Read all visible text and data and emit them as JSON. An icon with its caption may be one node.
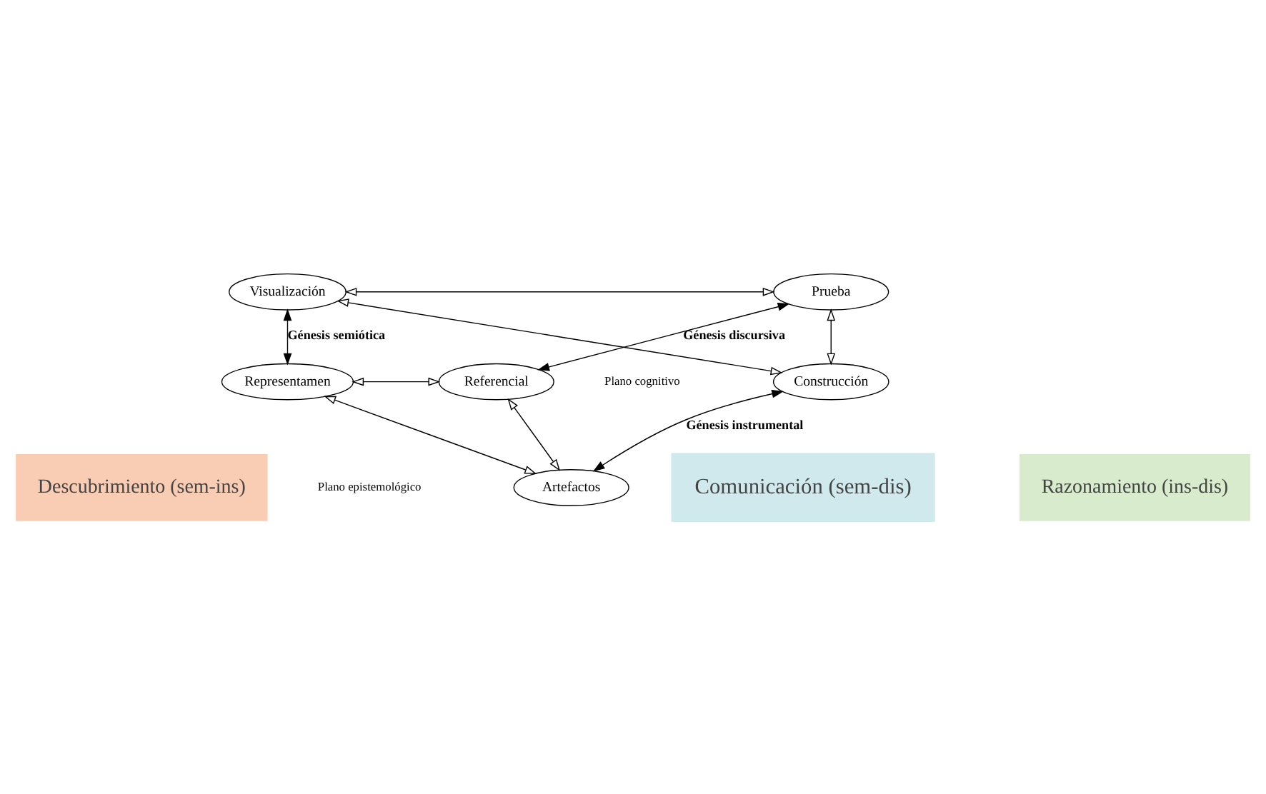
{
  "diagram": {
    "nodes": [
      {
        "text": [
          "Visualización"
        ]
      },
      {
        "text": [
          "Prueba"
        ]
      },
      {
        "text": [
          "Construcción"
        ]
      },
      {
        "text": [
          "Descubrimiento (sem-ins)"
        ]
      },
      {
        "text": [
          "Comunicación (sem-dis)"
        ]
      },
      {
        "text": [
          "Razonamiento (ins-dis)"
        ]
      },
      {
        "text": [
          "Representamen"
        ]
      },
      {
        "text": [
          "Referencial"
        ]
      },
      {
        "text": [
          "Artefactos"
        ]
      }
    ],
    "edges": [
      {
        "from": 0,
        "to": 1,
        "arrow": "both"
      },
      {
        "from": 0,
        "to": 2,
        "arrow": "both"
      },
      {
        "from": 1,
        "to": 2,
        "arrow": "both"
      },
      {
        "from": 0,
        "to": 6,
        "arrow": "both",
        "label": "Génesis semiótica"
      },
      {
        "from": 1,
        "to": 7,
        "arrow": "both",
        "label": "Génesis discursiva"
      },
      {
        "from": 2,
        "to": 8,
        "arrow": "both",
        "label": "Génesis instrumental"
      },
      {
        "from": 6,
        "to": 7,
        "arrow": "both"
      },
      {
        "from": 6,
        "to": 8,
        "arrow": "both"
      },
      {
        "from": 7,
        "to": 8,
        "arrow": "both"
      }
    ],
    "labels": [
      "Plano cognitivo",
      "Plano epistemológico"
    ]
  }
}
